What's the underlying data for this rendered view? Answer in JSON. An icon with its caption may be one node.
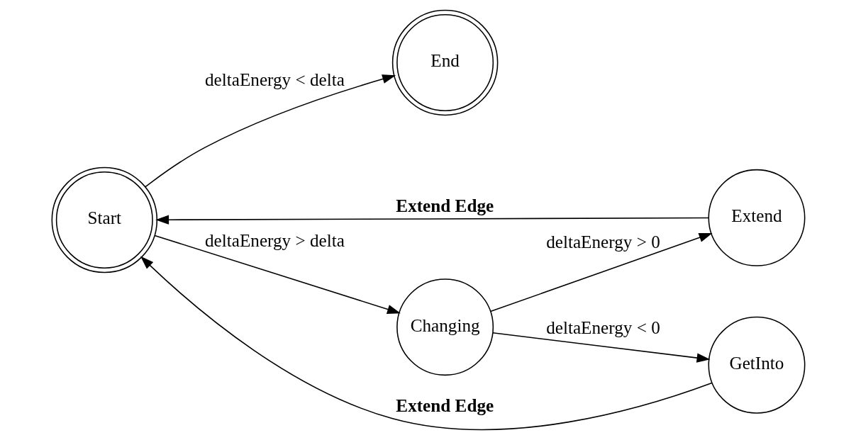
{
  "diagram": {
    "nodes": [
      {
        "text": [
          "Start"
        ]
      },
      {
        "text": [
          "End"
        ]
      },
      {
        "text": [
          "Changing"
        ]
      },
      {
        "text": [
          "Extend"
        ]
      },
      {
        "text": [
          "GetInto"
        ]
      }
    ],
    "edges": [
      {
        "from": 0,
        "to": 1,
        "arrow": "to",
        "label": "deltaEnergy < delta"
      },
      {
        "from": 0,
        "to": 2,
        "arrow": "to",
        "label": "deltaEnergy > delta"
      },
      {
        "from": 2,
        "to": 3,
        "arrow": "to",
        "label": "deltaEnergy > 0"
      },
      {
        "from": 2,
        "to": 4,
        "arrow": "to",
        "label": "deltaEnergy < 0"
      },
      {
        "from": 3,
        "to": 0,
        "arrow": "to",
        "label": "Extend Edge"
      },
      {
        "from": 4,
        "to": 0,
        "arrow": "to",
        "label": "Extend Edge"
      }
    ]
  }
}
